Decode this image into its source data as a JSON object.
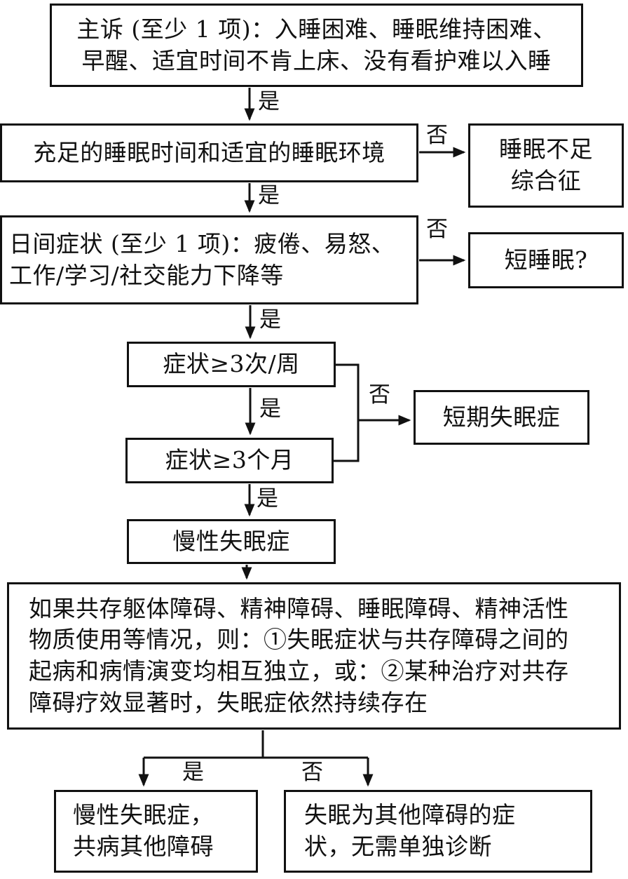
{
  "flowchart": {
    "nodes": {
      "chief_complaint": "主诉 (至少 1 项)：入睡困难、睡眠维持困难、\n早醒、适宜时间不肯上床、没有看护难以入睡",
      "sleep_adequacy": "充足的睡眠时间和适宜的睡眠环境",
      "sleep_insufficiency": "睡眠不足\n综合征",
      "daytime_symptoms": "日间症状 (至少 1 项)：疲倦、易怒、\n工作/学习/社交能力下降等",
      "short_sleeper": "短睡眠?",
      "symptom_frequency": "症状≥3次/周",
      "symptom_duration": "症状≥3个月",
      "short_term_insomnia": "短期失眠症",
      "chronic_insomnia": "慢性失眠症",
      "comorbidity_criteria": "如果共存躯体障碍、精神障碍、睡眠障碍、精神活性\n物质使用等情况，则：①失眠症状与共存障碍之间的\n起病和病情演变均相互独立，或：②某种治疗对共存\n障碍疗效显著时，失眠症依然持续存在",
      "chronic_comorbid": "慢性失眠症，\n共病其他障碍",
      "insomnia_as_symptom": "失眠为其他障碍的症\n状，无需单独诊断"
    },
    "labels": {
      "yes": "是",
      "no": "否"
    },
    "colors": {
      "line": "#111111",
      "box_border": "#111111",
      "background": "#ffffff",
      "text": "#111111"
    }
  }
}
